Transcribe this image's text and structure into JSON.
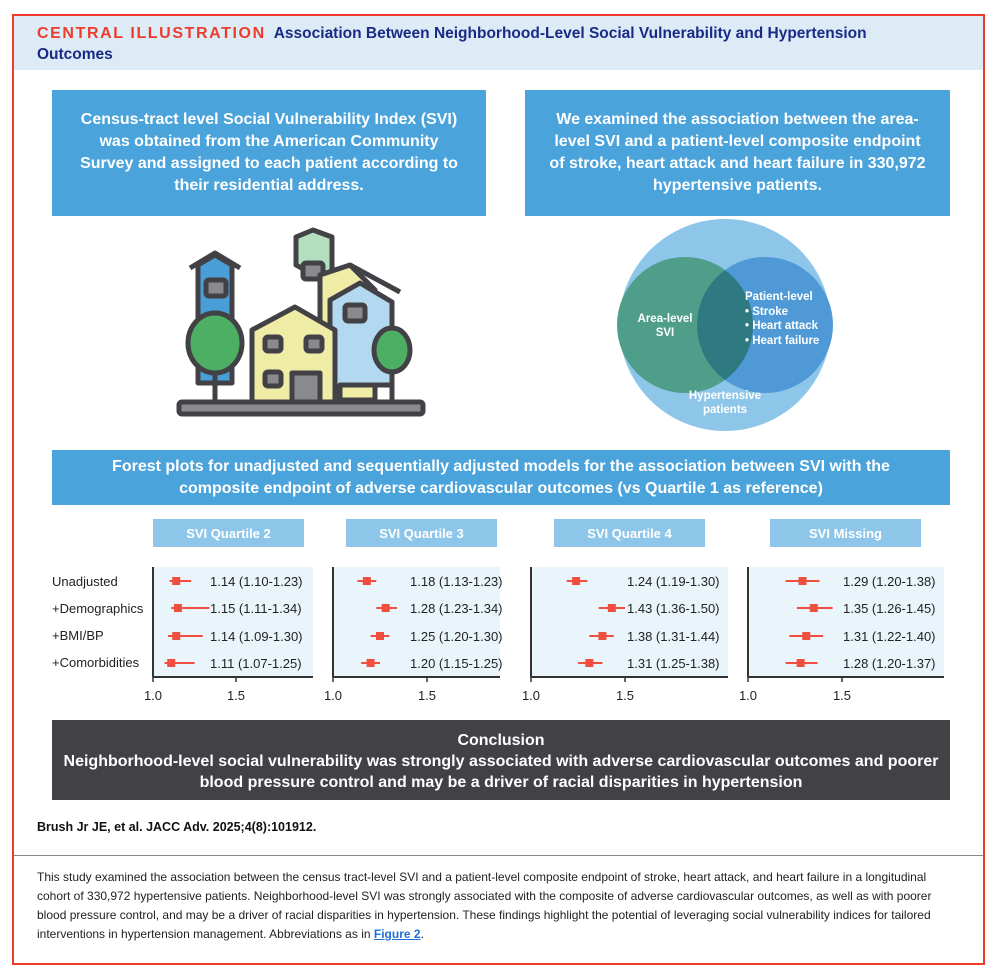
{
  "header": {
    "label": "CENTRAL ILLUSTRATION",
    "title": "Association Between Neighborhood-Level Social Vulnerability and Hypertension Outcomes"
  },
  "box_left": "Census-tract level Social Vulnerability Index (SVI) was obtained from the American Community Survey and assigned to each patient according to their residential address.",
  "box_right": "We examined the association between the area-level SVI and a patient-level composite endpoint of stroke, heart attack and heart failure in 330,972 hypertensive patients.",
  "venn": {
    "left": "Area-level SVI",
    "right_title": "Patient-level",
    "right_items": [
      "• Stroke",
      "• Heart attack",
      "• Heart failure"
    ],
    "outer": "Hypertensive patients",
    "colors": {
      "outer": "#8ec6e9",
      "left": "#4f9e8a",
      "right": "#4f9ad6",
      "overlap": "#2f7a80"
    }
  },
  "forest_banner": "Forest plots for unadjusted and sequentially adjusted models for the association between SVI with the composite endpoint of adverse cardiovascular outcomes (vs Quartile 1 as reference)",
  "chart_data": {
    "type": "forest",
    "rows": [
      "Unadjusted",
      "+Demographics",
      "+BMI/BP",
      "+Comorbidities"
    ],
    "ticks": [
      1.0,
      1.5
    ],
    "marker_color": "#f04e3e",
    "panels": [
      {
        "name": "SVI Quartile 2",
        "est": [
          1.14,
          1.15,
          1.14,
          1.11
        ],
        "lo": [
          1.1,
          1.11,
          1.09,
          1.07
        ],
        "hi": [
          1.23,
          1.34,
          1.3,
          1.25
        ],
        "labels": [
          "1.14 (1.10-1.23)",
          "1.15 (1.11-1.34)",
          "1.14 (1.09-1.30)",
          "1.11 (1.07-1.25)"
        ]
      },
      {
        "name": "SVI Quartile 3",
        "est": [
          1.18,
          1.28,
          1.25,
          1.2
        ],
        "lo": [
          1.13,
          1.23,
          1.2,
          1.15
        ],
        "hi": [
          1.23,
          1.34,
          1.3,
          1.25
        ],
        "labels": [
          "1.18 (1.13-1.23)",
          "1.28 (1.23-1.34)",
          "1.25 (1.20-1.30)",
          "1.20 (1.15-1.25)"
        ]
      },
      {
        "name": "SVI Quartile 4",
        "est": [
          1.24,
          1.43,
          1.38,
          1.31
        ],
        "lo": [
          1.19,
          1.36,
          1.31,
          1.25
        ],
        "hi": [
          1.3,
          1.5,
          1.44,
          1.38
        ],
        "labels": [
          "1.24 (1.19-1.30)",
          "1.43 (1.36-1.50)",
          "1.38 (1.31-1.44)",
          "1.31 (1.25-1.38)"
        ]
      },
      {
        "name": "SVI Missing",
        "est": [
          1.29,
          1.35,
          1.31,
          1.28
        ],
        "lo": [
          1.2,
          1.26,
          1.22,
          1.2
        ],
        "hi": [
          1.38,
          1.45,
          1.4,
          1.37
        ],
        "labels": [
          "1.29 (1.20-1.38)",
          "1.35 (1.26-1.45)",
          "1.31 (1.22-1.40)",
          "1.28 (1.20-1.37)"
        ]
      }
    ]
  },
  "conclusion": {
    "title": "Conclusion",
    "text": "Neighborhood-level social vulnerability was strongly associated with adverse cardiovascular outcomes and poorer blood pressure control and may be a driver of racial disparities in hypertension"
  },
  "citation": "Brush Jr JE, et al. JACC Adv. 2025;4(8):101912.",
  "caption": {
    "text": "This study examined the association between the census tract-level SVI and a patient-level composite endpoint of stroke, heart attack, and heart failure in a longitudinal cohort of 330,972 hypertensive patients. Neighborhood-level SVI was strongly associated with the composite of adverse cardiovascular outcomes, as well as with poorer blood pressure control, and may be a driver of racial disparities in hypertension. These findings highlight the potential of leveraging social vulnerability indices for tailored interventions in hypertension management. Abbreviations as in ",
    "link": "Figure 2",
    "end": "."
  }
}
